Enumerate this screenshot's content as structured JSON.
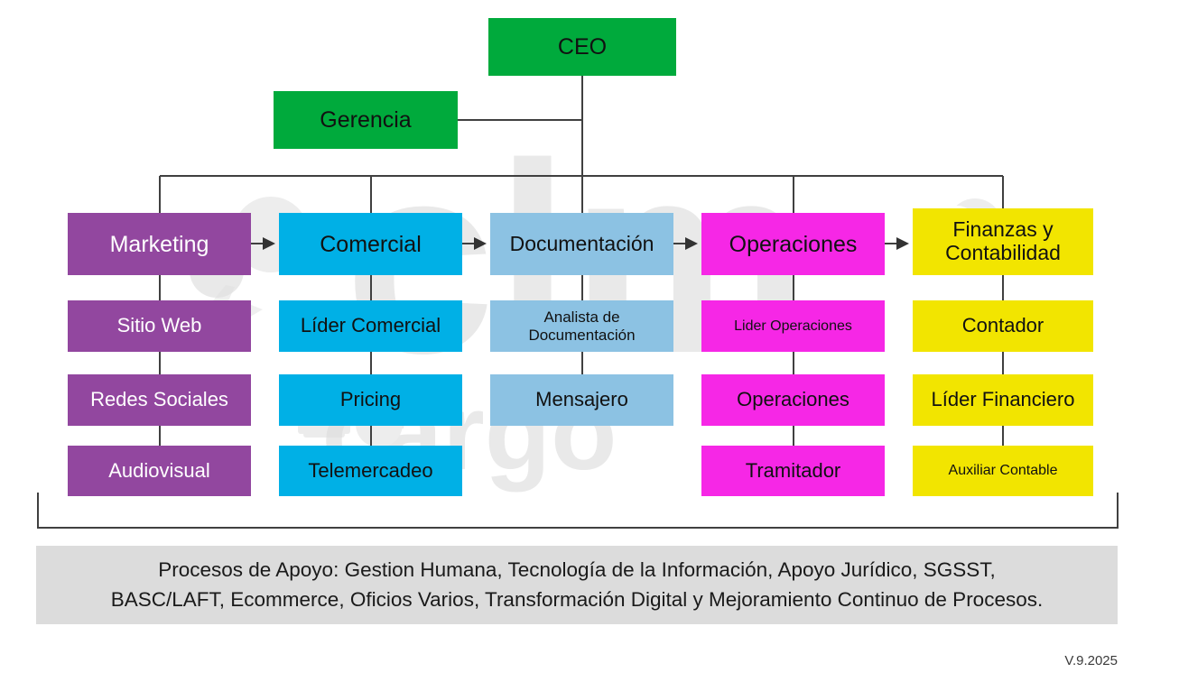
{
  "document": {
    "title": "Organigrama CLM Cargo",
    "version_label": "V.9.2025"
  },
  "colors": {
    "green": "#00aa3c",
    "purple": "#92479f",
    "cyan": "#00b0e6",
    "light_blue": "#8cc2e3",
    "magenta": "#f627e6",
    "yellow": "#f2e500",
    "banner_gray": "#dcdcdc",
    "line": "#404040",
    "watermark": "#e8e8e8"
  },
  "watermark": {
    "text_top": "clm",
    "text_bottom": "cargo",
    "badge_text": "clm"
  },
  "top": {
    "ceo": "CEO",
    "gerencia": "Gerencia"
  },
  "columns": [
    {
      "key": "marketing",
      "head": "Marketing",
      "color": "purple",
      "items": [
        "Sitio Web",
        "Redes Sociales",
        "Audiovisual"
      ]
    },
    {
      "key": "comercial",
      "head": "Comercial",
      "color": "cyan",
      "items": [
        "Líder Comercial",
        "Pricing",
        "Telemercadeo"
      ]
    },
    {
      "key": "documentacion",
      "head": "Documentación",
      "color": "light_blue",
      "items": [
        "Analista de Documentación",
        "Mensajero"
      ]
    },
    {
      "key": "operaciones",
      "head": "Operaciones",
      "color": "magenta",
      "items": [
        "Lider Operaciones",
        "Operaciones",
        "Tramitador"
      ]
    },
    {
      "key": "finanzas",
      "head": "Finanzas y Contabilidad",
      "color": "yellow",
      "items": [
        "Contador",
        "Líder Financiero",
        "Auxiliar Contable"
      ]
    }
  ],
  "boxes": {
    "ceo": "CEO",
    "gerencia": "Gerencia",
    "marketing_head": "Marketing",
    "marketing_1": "Sitio Web",
    "marketing_2": "Redes Sociales",
    "marketing_3": "Audiovisual",
    "comercial_head": "Comercial",
    "comercial_1": "Líder Comercial",
    "comercial_2": "Pricing",
    "comercial_3": "Telemercadeo",
    "documentacion_head": "Documentación",
    "documentacion_1_line1": "Analista de",
    "documentacion_1_line2": "Documentación",
    "documentacion_2": "Mensajero",
    "operaciones_head": "Operaciones",
    "operaciones_1": "Lider Operaciones",
    "operaciones_2": "Operaciones",
    "operaciones_3": "Tramitador",
    "finanzas_head_line1": "Finanzas y",
    "finanzas_head_line2": "Contabilidad",
    "finanzas_1": "Contador",
    "finanzas_2": "Líder Financiero",
    "finanzas_3": "Auxiliar Contable"
  },
  "support": {
    "line1": "Procesos de Apoyo: Gestion Humana, Tecnología de la Información, Apoyo Jurídico, SGSST,",
    "line2": "BASC/LAFT, Ecommerce, Oficios Varios, Transformación Digital y Mejoramiento Continuo de Procesos."
  }
}
